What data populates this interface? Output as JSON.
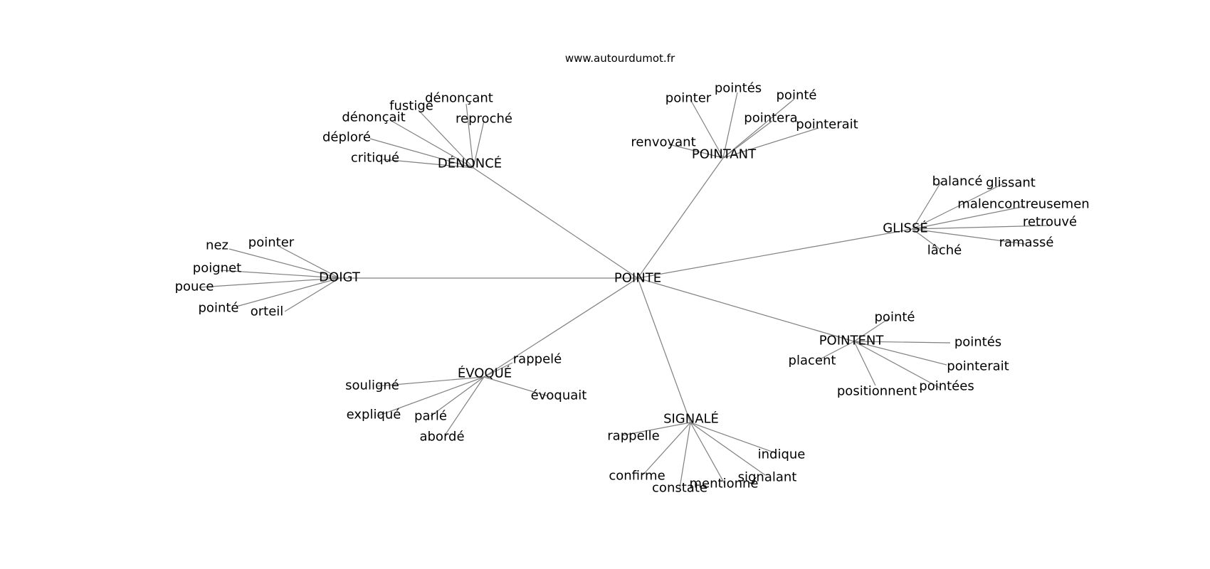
{
  "source": "www.autourdumot.fr",
  "diagram": {
    "root": "POINTE",
    "branches": [
      {
        "label": "DÉNONCÉ",
        "children": [
          "dénonçant",
          "fustigé",
          "reproché",
          "dénonçait",
          "déploré",
          "critiqué"
        ]
      },
      {
        "label": "POINTANT",
        "children": [
          "pointés",
          "pointer",
          "pointé",
          "pointera",
          "pointerait",
          "renvoyant"
        ]
      },
      {
        "label": "GLISSÉ",
        "children": [
          "balancé",
          "glissant",
          "malencontreusemen",
          "retrouvé",
          "ramassé",
          "lâché"
        ]
      },
      {
        "label": "DOIGT",
        "children": [
          "pointer",
          "nez",
          "poignet",
          "pouce",
          "pointé",
          "orteil"
        ]
      },
      {
        "label": "POINTENT",
        "children": [
          "pointé",
          "pointés",
          "pointerait",
          "pointées",
          "positionnent",
          "placent"
        ]
      },
      {
        "label": "ÉVOQUÉ",
        "children": [
          "rappelé",
          "souligné",
          "expliqué",
          "parlé",
          "abordé",
          "évoquait"
        ]
      },
      {
        "label": "SIGNALÉ",
        "children": [
          "rappelle",
          "indique",
          "confirme",
          "signalant",
          "mentionné",
          "constate"
        ]
      }
    ]
  }
}
